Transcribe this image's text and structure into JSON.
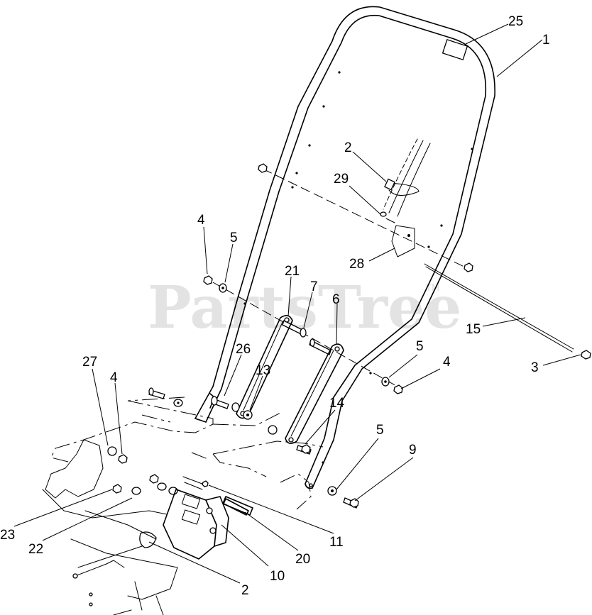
{
  "watermark": {
    "text": "PartsTree",
    "trademark": "TM"
  },
  "callouts": [
    {
      "id": "c25",
      "label": "25"
    },
    {
      "id": "c1",
      "label": "1"
    },
    {
      "id": "c2top",
      "label": "2"
    },
    {
      "id": "c29",
      "label": "29"
    },
    {
      "id": "c4a",
      "label": "4"
    },
    {
      "id": "c5a",
      "label": "5"
    },
    {
      "id": "c28",
      "label": "28"
    },
    {
      "id": "c21",
      "label": "21"
    },
    {
      "id": "c7",
      "label": "7"
    },
    {
      "id": "c6",
      "label": "6"
    },
    {
      "id": "c15",
      "label": "15"
    },
    {
      "id": "c26",
      "label": "26"
    },
    {
      "id": "c13",
      "label": "13"
    },
    {
      "id": "c5b",
      "label": "5"
    },
    {
      "id": "c4b",
      "label": "4"
    },
    {
      "id": "c3",
      "label": "3"
    },
    {
      "id": "c27",
      "label": "27"
    },
    {
      "id": "c4c",
      "label": "4"
    },
    {
      "id": "c14",
      "label": "14"
    },
    {
      "id": "c5c",
      "label": "5"
    },
    {
      "id": "c9",
      "label": "9"
    },
    {
      "id": "c23",
      "label": "23"
    },
    {
      "id": "c22",
      "label": "22"
    },
    {
      "id": "c11",
      "label": "11"
    },
    {
      "id": "c20",
      "label": "20"
    },
    {
      "id": "c10",
      "label": "10"
    },
    {
      "id": "c2bot",
      "label": "2"
    }
  ]
}
